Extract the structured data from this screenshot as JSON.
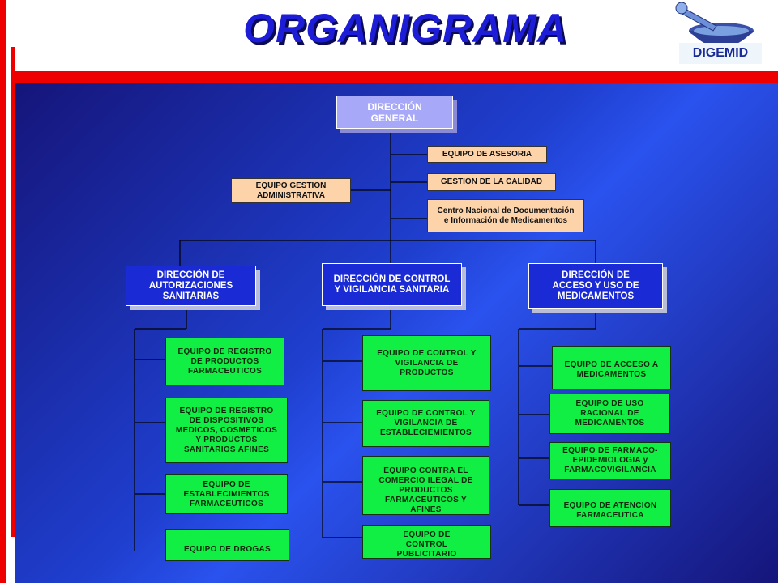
{
  "header": {
    "title": "ORGANIGRAMA",
    "logo_text": "DIGEMID"
  },
  "top": {
    "direccion_general": "DIRECCIÓN GENERAL",
    "asesoria": "EQUIPO DE ASESORIA",
    "calidad": "GESTION DE LA CALIDAD",
    "administrativa": "EQUIPO GESTION ADMINISTRATIVA",
    "cenadim": "Centro Nacional de Documentación e Información de Medicamentos"
  },
  "directions": [
    {
      "title": "DIRECCIÓN DE AUTORIZACIONES SANITARIAS",
      "teams": [
        "EQUIPO DE REGISTRO DE PRODUCTOS FARMACEUTICOS",
        "EQUIPO DE REGISTRO DE DISPOSITIVOS MEDICOS, COSMETICOS Y PRODUCTOS SANITARIOS AFINES",
        "EQUIPO DE ESTABLECIMIENTOS FARMACEUTICOS",
        "EQUIPO DE DROGAS"
      ]
    },
    {
      "title": "DIRECCIÓN DE CONTROL Y VIGILANCIA SANITARIA",
      "teams": [
        "EQUIPO DE CONTROL Y VIGILANCIA DE PRODUCTOS",
        "EQUIPO DE CONTROL Y VIGILANCIA DE ESTABLECIEMIENTOS",
        "EQUIPO CONTRA EL COMERCIO ILEGAL DE PRODUCTOS FARMACEUTICOS Y AFINES",
        "EQUIPO DE CONTROL PUBLICITARIO"
      ]
    },
    {
      "title": "DIRECCIÓN DE ACCESO Y USO DE MEDICAMENTOS",
      "teams": [
        "EQUIPO DE ACCESO A MEDICAMENTOS",
        "EQUIPO DE USO RACIONAL DE MEDICAMENTOS",
        "EQUIPO DE FARMACO-EPIDEMIOLOGIA y FARMACOVIGILANCIA",
        "EQUIPO DE ATENCION FARMACEUTICA"
      ]
    }
  ]
}
